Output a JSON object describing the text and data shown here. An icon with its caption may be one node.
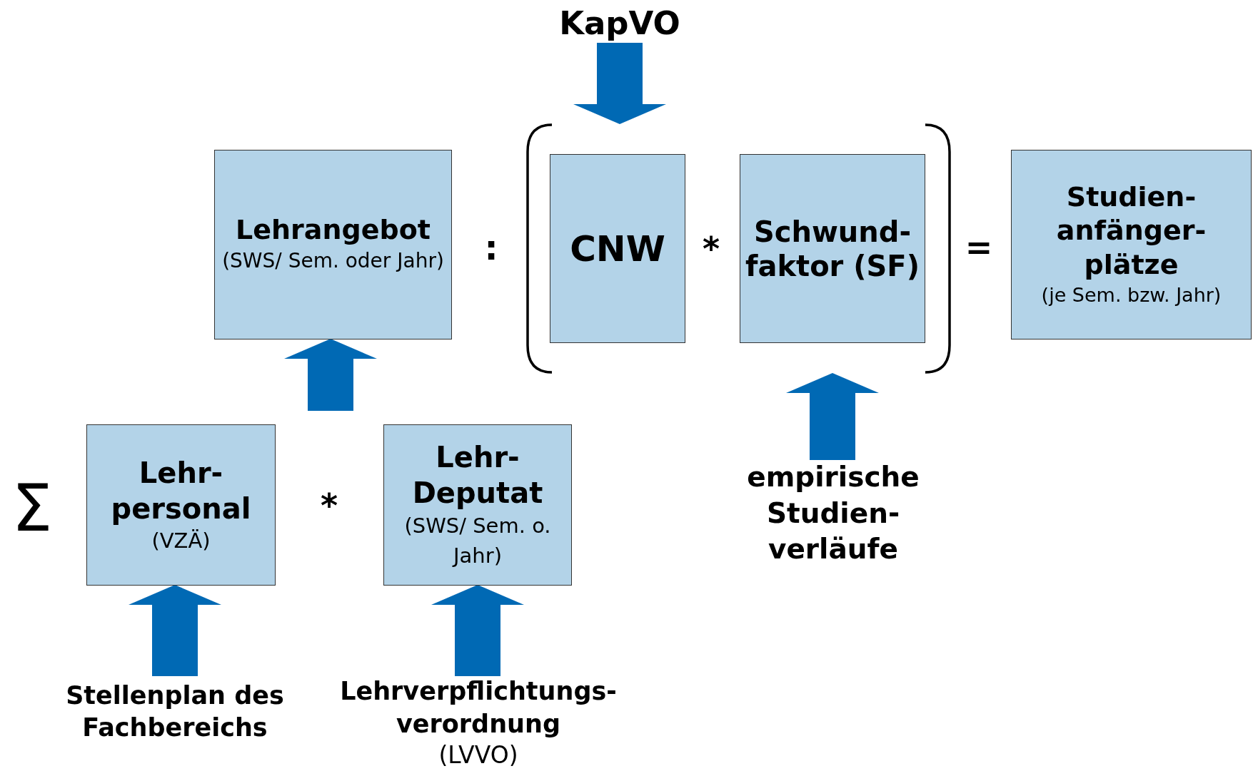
{
  "diagram": {
    "nodes": [
      {
        "text": [
          "KapVO"
        ]
      },
      {
        "text": [
          "Lehrangebot",
          "(SWS/ Sem. oder Jahr)"
        ]
      },
      {
        "text": [],
        "shape": "bracket"
      },
      {
        "text": [
          "CNW"
        ],
        "in": 2
      },
      {
        "text": [
          "Schwund- faktor (SF)"
        ],
        "in": 2
      },
      {
        "text": [
          "Studien- anfänger- plätze",
          "(je Sem. bzw. Jahr)"
        ]
      },
      {
        "text": [
          "Lehr- personal",
          "(VZÄ)"
        ]
      },
      {
        "text": [
          "Lehr- Deputat",
          "(SWS/ Sem. o. Jahr)"
        ]
      },
      {
        "text": [
          "empirische Studien- verläufe"
        ]
      },
      {
        "text": [
          "Stellenplan des Fachbereichs"
        ]
      },
      {
        "text": [
          "Lehrverpflichtungs- verordnung",
          "(LVVO)"
        ]
      }
    ],
    "edges": [
      {
        "from": 0,
        "to": 2,
        "arrow": "to"
      },
      {
        "from": null,
        "to": 1,
        "arrow": "to"
      },
      {
        "from": 8,
        "to": 2,
        "arrow": "to"
      },
      {
        "from": 9,
        "to": 6,
        "arrow": "to"
      },
      {
        "from": 10,
        "to": 7,
        "arrow": "to"
      }
    ],
    "labels": [
      ":",
      "*",
      "=",
      "Σ",
      "*"
    ]
  }
}
